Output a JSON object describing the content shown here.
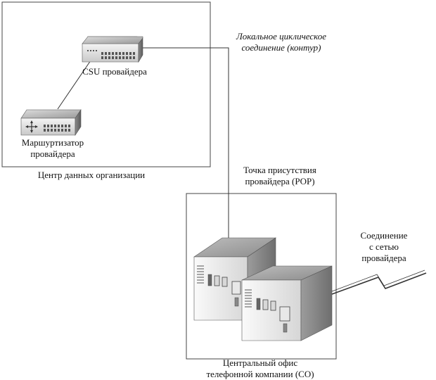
{
  "labels": {
    "csu": "CSU провайдера",
    "router": [
      "Маршуртизатор",
      "провайдера"
    ],
    "datacenter": "Центр данных организации",
    "local_loop": [
      "Локальное циклическое",
      "соединение (контур)"
    ],
    "pop": [
      "Точка присутствия",
      "провайдера (POP)"
    ],
    "isp_link": [
      "Соединение",
      "с сетью",
      "провайдера"
    ],
    "co": [
      "Центральный офис",
      "телефонной компании (CO)"
    ]
  },
  "icons": {
    "csu_device": "csu-device-icon",
    "router_device": "router-device-icon",
    "server_left": "server-cabinet-icon",
    "server_right": "server-cabinet-icon",
    "lightning": "lightning-link-icon"
  },
  "colors": {
    "line": "#333333",
    "box_border": "#444444",
    "device_light": "#e6e6e6",
    "device_mid": "#b8b8b8",
    "device_dark": "#7a7a7a"
  }
}
